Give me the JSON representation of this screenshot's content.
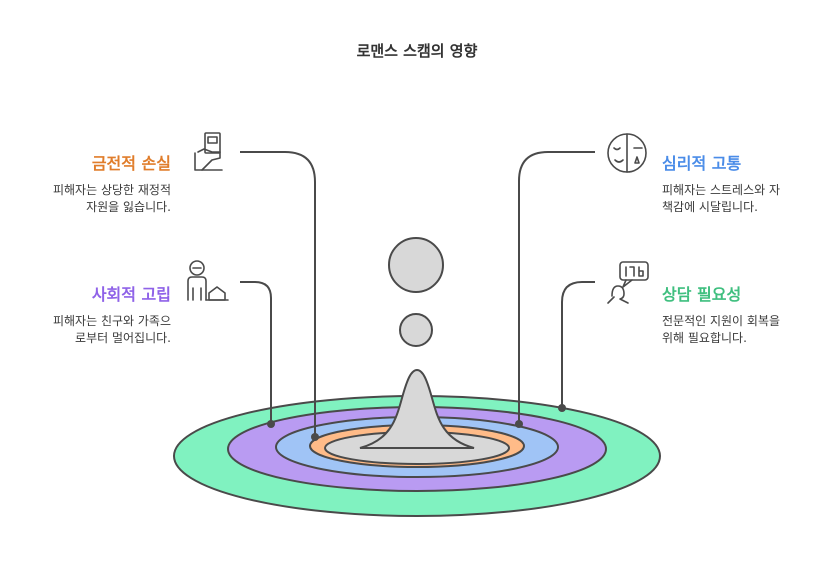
{
  "title": "로맨스 스캠의 영향",
  "colors": {
    "financial": "#e07d2b",
    "psychological": "#4a8ce8",
    "social": "#8f62e8",
    "support": "#3fbf7f",
    "ring_outer": "#80f2c0",
    "ring_2": "#b99bf2",
    "ring_3": "#a0c4f6",
    "ring_4": "#ffbb88",
    "ring_inner": "#d8d8d8"
  },
  "items": {
    "financial": {
      "heading": "금전적 손실",
      "line1": "피해자는 상당한 재정적",
      "line2": "자원을 잃습니다.",
      "icon": "money-hand-icon"
    },
    "social": {
      "heading": "사회적 고립",
      "line1": "피해자는 친구와 가족으",
      "line2": "로부터 멀어집니다.",
      "icon": "isolated-person-icon"
    },
    "psychological": {
      "heading": "심리적 고통",
      "line1": "피해자는 스트레스와 자",
      "line2": "책감에 시달립니다.",
      "icon": "sad-face-icon"
    },
    "support": {
      "heading": "상담 필요성",
      "line1": "전문적인 지원이 회복을",
      "line2": "위해 필요합니다.",
      "icon": "counseling-bubble-icon"
    }
  }
}
